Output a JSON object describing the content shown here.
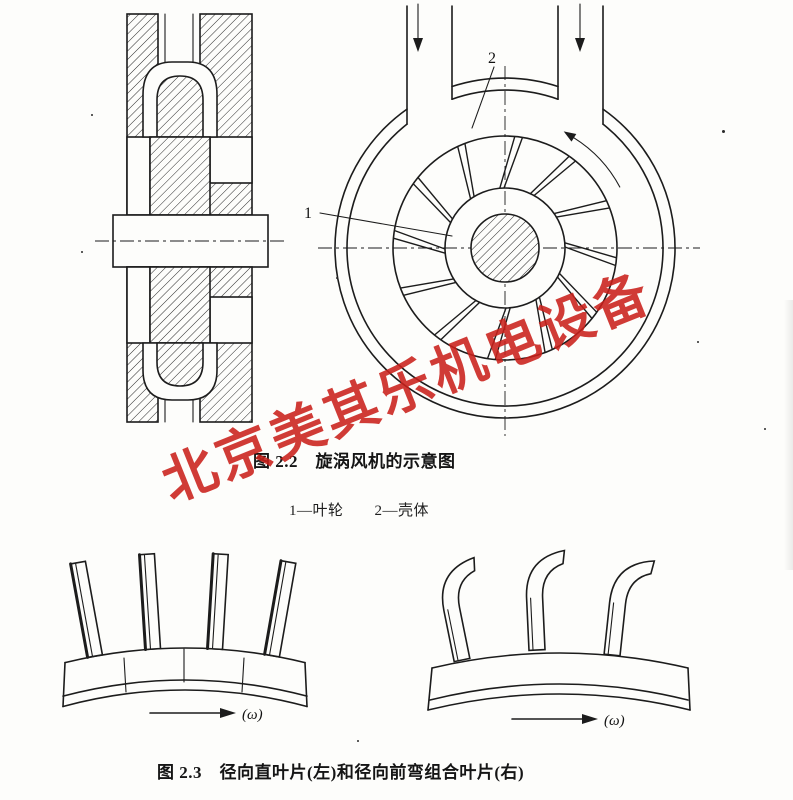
{
  "palette": {
    "paper": "#fdfdfb",
    "ink": "#1c1c1c",
    "stamp_red": "#c9201a"
  },
  "watermark": {
    "text": "北京美其乐机电设备"
  },
  "figure_2_2": {
    "caption": "图 2.2　旋涡风机的示意图",
    "legend": "1—叶轮　　2—壳体",
    "callout_impeller": "1",
    "callout_casing": "2"
  },
  "figure_2_3": {
    "caption": "图 2.3　径向直叶片(左)和径向前弯组合叶片(右)",
    "left_arrow_label": "(ω)",
    "right_arrow_label": "(ω)"
  }
}
